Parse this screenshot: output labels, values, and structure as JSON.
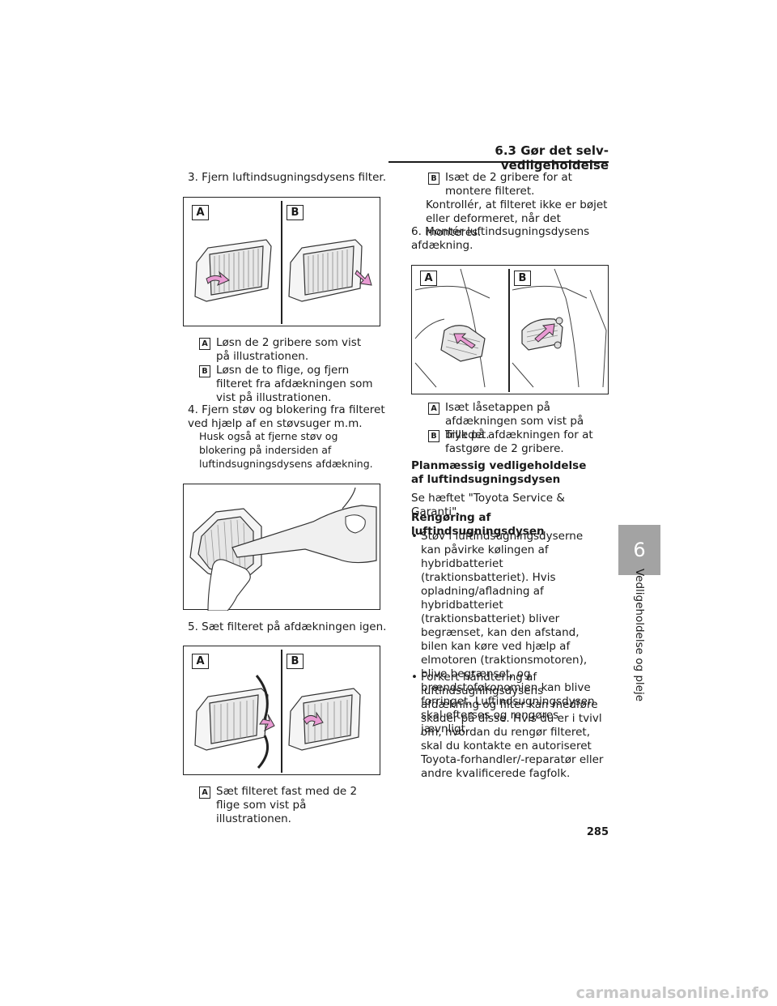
{
  "header": {
    "section_title": "6.3  Gør det selv-vedligeholdelse"
  },
  "left": {
    "step3": "3. Fjern luftindsugningsdysens filter.",
    "fig1_labels": [
      "A",
      "B"
    ],
    "step3_a": "Løsn de 2 gribere som vist på illustrationen.",
    "step3_b": "Løsn de to flige, og fjern filteret fra afdækningen som vist på illustrationen.",
    "step4": "4. Fjern støv og blokering fra filteret ved hjælp af en støvsuger m.m.",
    "step4_note": "Husk også at fjerne støv og blokering på indersiden af luftindsugningsdysens afdækning.",
    "step5": "5. Sæt filteret på afdækningen igen.",
    "fig3_labels": [
      "A",
      "B"
    ],
    "step5_a": "Sæt filteret fast med de 2 flige som vist på illustrationen."
  },
  "right": {
    "step5_b": "Isæt de 2 gribere for at montere filteret.",
    "check": "Kontrollér, at filteret ikke er bøjet eller deformeret, når det monteres.",
    "step6": "6. Montér luftindsugningsdysens afdækning.",
    "fig4_labels": [
      "A",
      "B"
    ],
    "step6_a": "Isæt låsetappen på afdækningen som vist på billedet.",
    "step6_b": "Tryk på afdækningen for at fastgøre de 2 gribere.",
    "h1": "Planmæssig vedligeholdelse af luftindsugningsdysen",
    "p1": "Se hæftet \"Toyota Service & Garanti\".",
    "h2": "Rengøring af luftindsugningsdysen",
    "bullet1": "Støv i luftindsugningsdyserne kan påvirke kølingen af hybridbatteriet (traktionsbatteriet). Hvis opladning/afladning af hybridbatteriet (traktionsbatteriet) bliver begrænset, kan den afstand, bilen kan køre ved hjælp af elmotoren (traktionsmotoren), blive begrænset, og brændstoføkonomien kan blive forringet. Luftindsugningsdysen skal efterses og rengøres jævnligt.",
    "bullet2": "Forkert håndtering af luftindsugningsdysens afdækning og filter kan medføre skader på disse. Hvis du er i tvivl om, hvordan du rengør filteret, skal du kontakte en autoriseret Toyota-forhandler/-reparatør eller andre kvalificerede fagfolk."
  },
  "side": {
    "chapter_number": "6",
    "chapter_title": "Vedligeholdelse og pleje"
  },
  "footer": {
    "page_number": "285",
    "watermark": "carmanualsonline.info"
  },
  "colors": {
    "arrow_fill": "#e99bd3",
    "tab_gray": "#a3a3a3"
  }
}
